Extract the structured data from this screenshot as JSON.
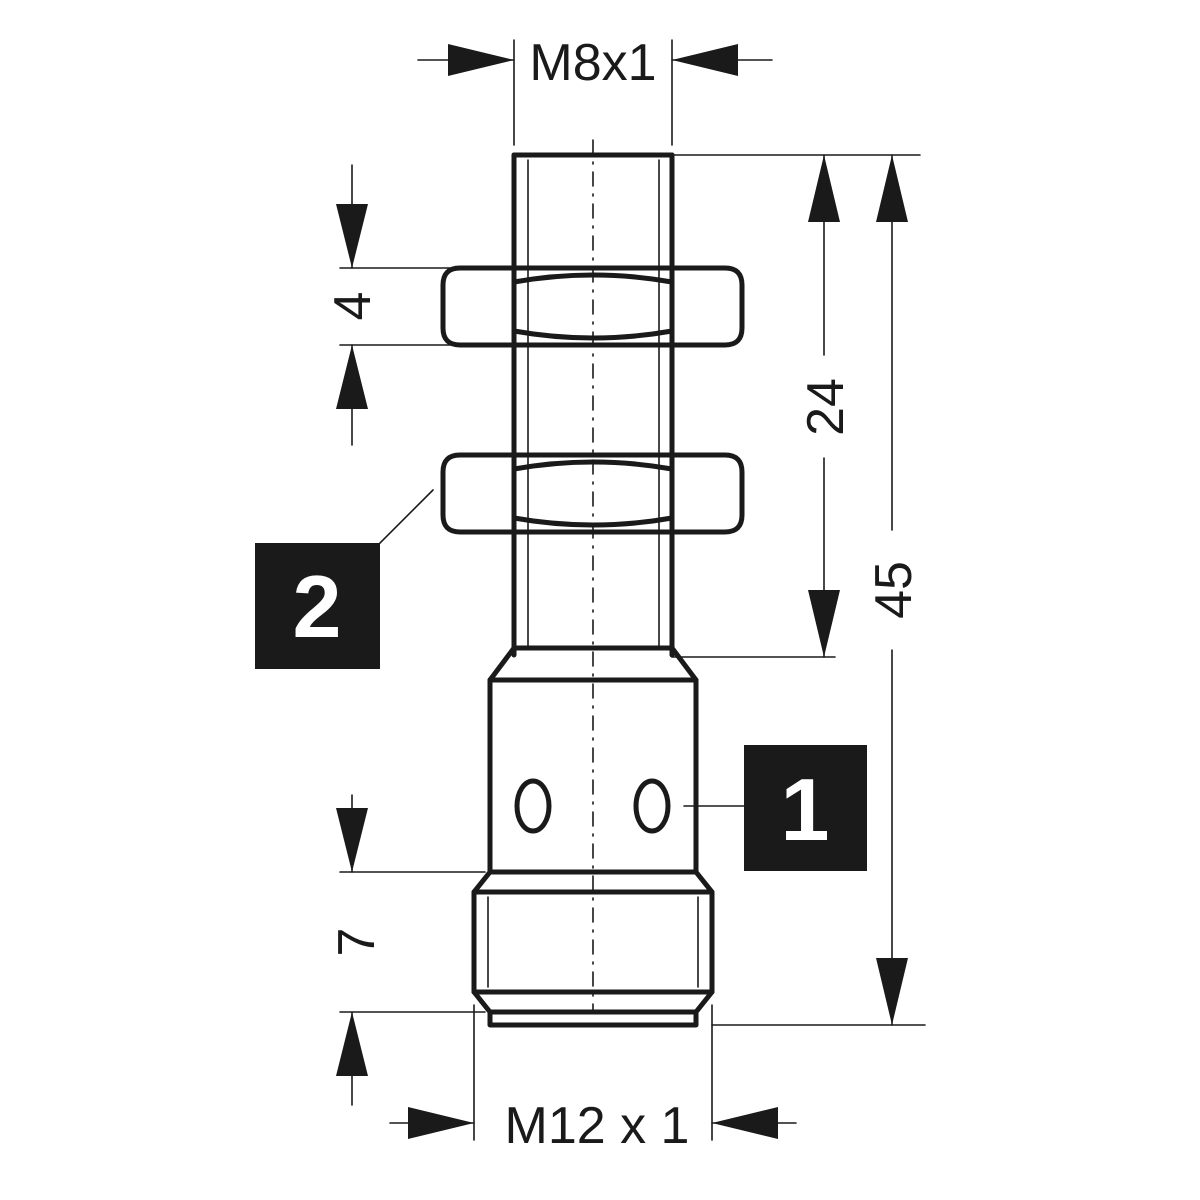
{
  "dimensions": {
    "thread_top": "M8x1",
    "thread_bottom": "M12 x 1",
    "nut_thickness": "4",
    "thread_length": "24",
    "total_length": "45",
    "socket_length": "7"
  },
  "callouts": {
    "connector": "1",
    "nuts": "2"
  }
}
